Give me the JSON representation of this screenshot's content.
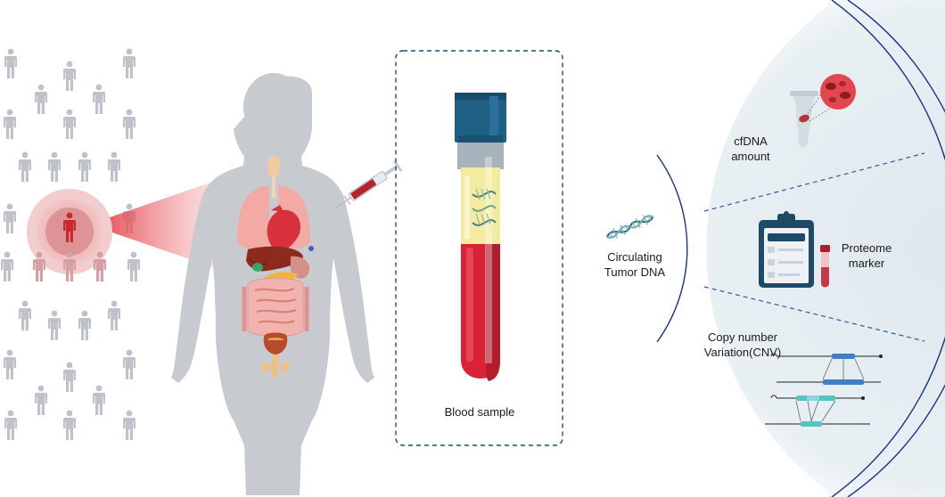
{
  "labels": {
    "blood_sample": "Blood sample",
    "cfdna": [
      "cfDNA",
      "amount"
    ],
    "ctdna": [
      "Circulating",
      "Tumor DNA"
    ],
    "proteome": [
      "Proteome",
      "marker"
    ],
    "cnv": [
      "Copy number",
      "Variation(CNV)"
    ]
  },
  "colors": {
    "person": "#bfc2c8",
    "highlight": "#c8282e",
    "blood": "#d92236",
    "cap": "#1f5f84",
    "label_band": "#f3eca0",
    "fan": "#e6eef3",
    "arc": "#15357f",
    "ink": "#1b1b1b"
  },
  "icons": [
    "person-icon",
    "body-silhouette-icon",
    "syringe-icon",
    "blood-tube-icon",
    "dna-icon",
    "microtube-icon",
    "clipboard-icon",
    "cnv-track-icon"
  ]
}
